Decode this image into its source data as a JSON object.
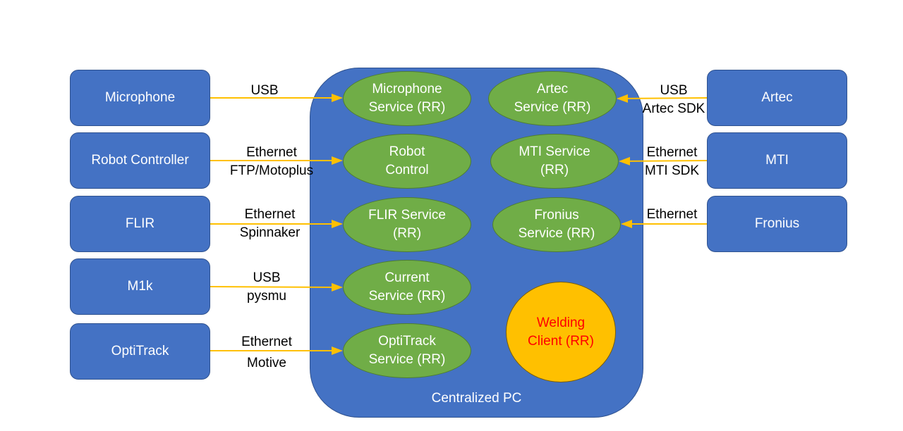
{
  "devices_left": [
    {
      "label": "Microphone"
    },
    {
      "label": "Robot Controller"
    },
    {
      "label": "FLIR"
    },
    {
      "label": "M1k"
    },
    {
      "label": "OptiTrack"
    }
  ],
  "devices_right": [
    {
      "label": "Artec"
    },
    {
      "label": "MTI"
    },
    {
      "label": "Fronius"
    }
  ],
  "services_left": [
    {
      "line1": "Microphone",
      "line2": "Service (RR)"
    },
    {
      "line1": "Robot",
      "line2": "Control"
    },
    {
      "line1": "FLIR Service",
      "line2": "(RR)"
    },
    {
      "line1": "Current",
      "line2": "Service (RR)"
    },
    {
      "line1": "OptiTrack",
      "line2": "Service (RR)"
    }
  ],
  "services_right": [
    {
      "line1": "Artec",
      "line2": "Service (RR)"
    },
    {
      "line1": "MTI Service",
      "line2": "(RR)"
    },
    {
      "line1": "Fronius",
      "line2": "Service (RR)"
    }
  ],
  "connections_left": [
    {
      "line1": "USB",
      "line2": ""
    },
    {
      "line1": "Ethernet",
      "line2": "FTP/Motoplus"
    },
    {
      "line1": "Ethernet",
      "line2": "Spinnaker"
    },
    {
      "line1": "USB",
      "line2": "pysmu"
    },
    {
      "line1": "Ethernet",
      "line2": "Motive"
    }
  ],
  "connections_right": [
    {
      "line1": "USB",
      "line2": "Artec SDK"
    },
    {
      "line1": "Ethernet",
      "line2": "MTI SDK"
    },
    {
      "line1": "Ethernet",
      "line2": ""
    }
  ],
  "client": {
    "line1": "Welding",
    "line2": "Client (RR)"
  },
  "pc_label": "Centralized PC",
  "colors": {
    "device": "#4472c4",
    "service": "#70ad47",
    "client": "#ffc000",
    "client_text": "#ff0000",
    "arrow": "#ffc000"
  }
}
